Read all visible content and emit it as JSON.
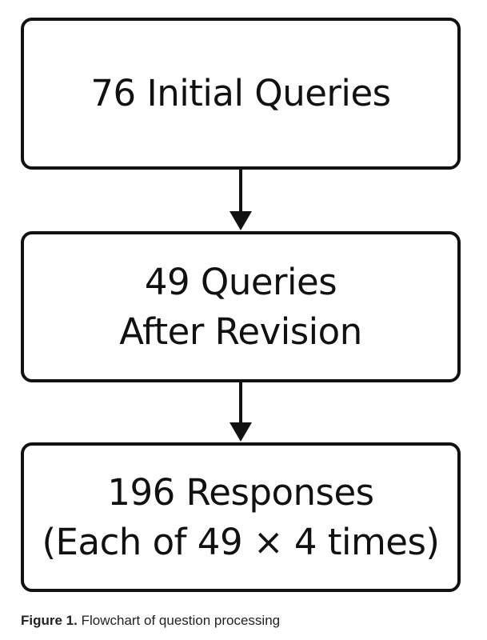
{
  "diagram": {
    "type": "flowchart",
    "boxes": [
      {
        "lines": [
          "76 Initial Queries"
        ]
      },
      {
        "lines": [
          "49 Queries",
          "After Revision"
        ]
      },
      {
        "lines": [
          "196 Responses",
          "(Each of 49 × 4 times)"
        ]
      }
    ],
    "connectors": [
      {
        "from": 0,
        "to": 1
      },
      {
        "from": 1,
        "to": 2
      }
    ]
  },
  "caption": {
    "label": "Figure 1.",
    "text": "Flowchart of question processing"
  },
  "colors": {
    "stroke": "#111111",
    "background": "#ffffff"
  }
}
